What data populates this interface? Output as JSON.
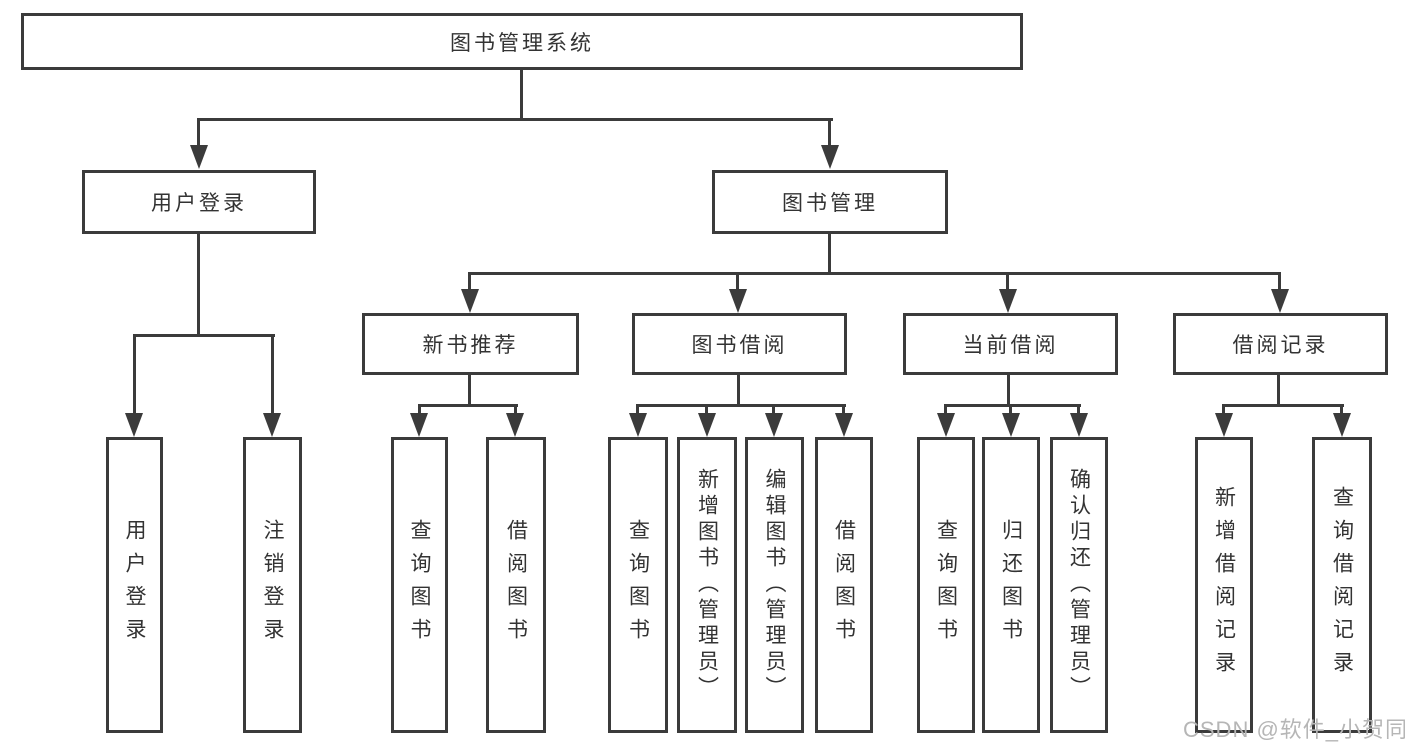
{
  "tree": {
    "root": {
      "label": "图书管理系统"
    },
    "branches": [
      {
        "label": "用户登录",
        "children": [
          {
            "label": "用户登录"
          },
          {
            "label": "注销登录"
          }
        ]
      },
      {
        "label": "图书管理",
        "sections": [
          {
            "label": "新书推荐",
            "children": [
              {
                "label": "查询图书"
              },
              {
                "label": "借阅图书"
              }
            ]
          },
          {
            "label": "图书借阅",
            "children": [
              {
                "label": "查询图书"
              },
              {
                "label": "新增图书（管理员）"
              },
              {
                "label": "编辑图书（管理员）"
              },
              {
                "label": "借阅图书"
              }
            ]
          },
          {
            "label": "当前借阅",
            "children": [
              {
                "label": "查询图书"
              },
              {
                "label": "归还图书"
              },
              {
                "label": "确认归还（管理员）"
              }
            ]
          },
          {
            "label": "借阅记录",
            "children": [
              {
                "label": "新增借阅记录"
              },
              {
                "label": "查询借阅记录"
              }
            ]
          }
        ]
      }
    ]
  },
  "watermark": {
    "text": "CSDN @软件_小贺同学"
  },
  "colors": {
    "line": "#3b3b3b",
    "text": "#333333",
    "watermark": "#b6b6b6",
    "background": "#ffffff"
  }
}
